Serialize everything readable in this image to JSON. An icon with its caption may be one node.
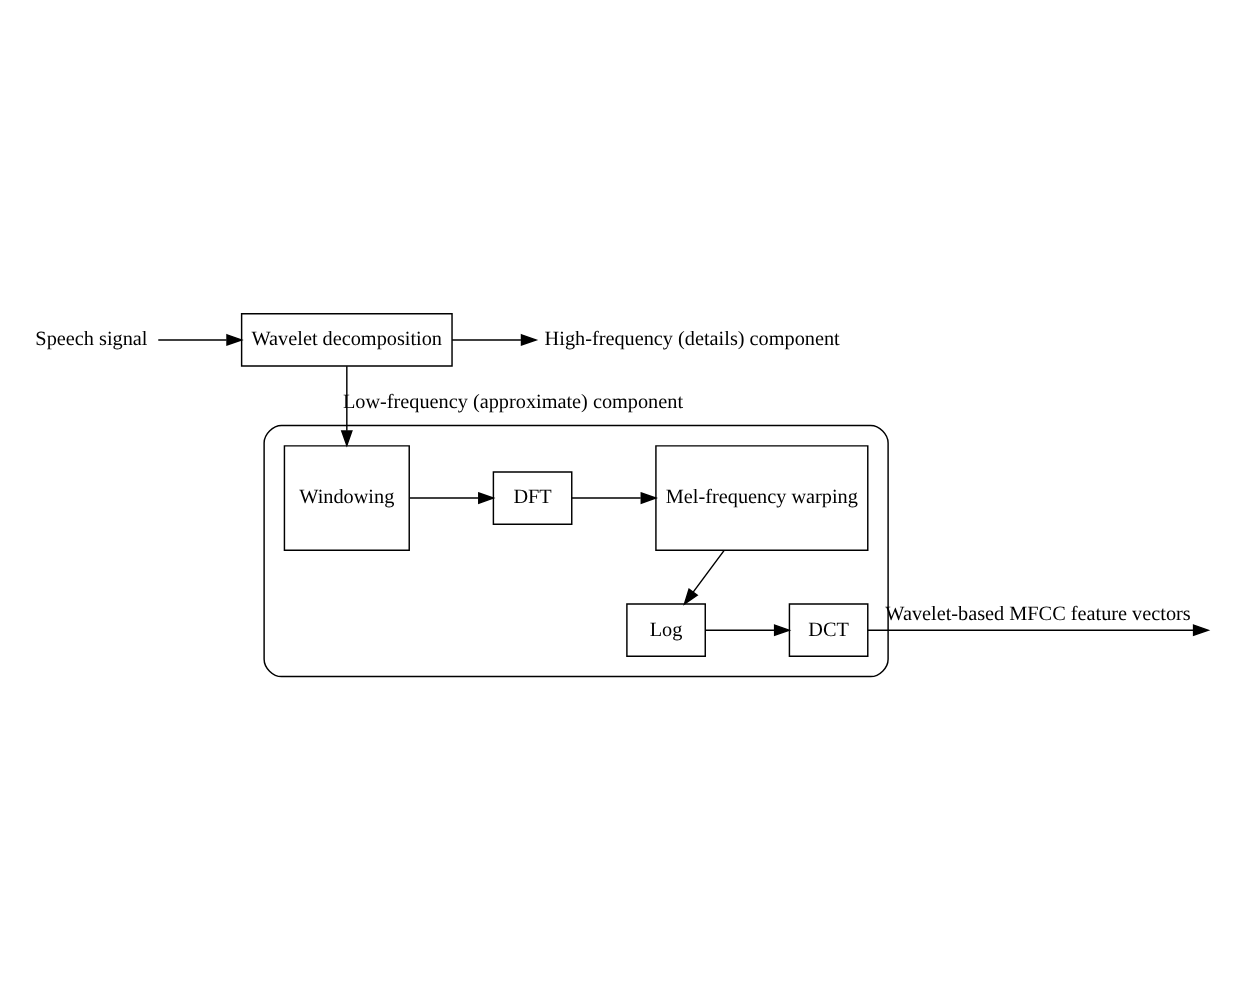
{
  "diagram": {
    "nodes": [
      {
        "text": [
          "Speech signal"
        ]
      },
      {
        "text": [
          "Wavelet decomposition"
        ]
      },
      {
        "text": [
          "High-frequency (details) component"
        ]
      },
      {
        "text": [],
        "shape": "box"
      },
      {
        "text": [
          "Windowing"
        ],
        "in": 3
      },
      {
        "text": [
          "DFT"
        ],
        "in": 3
      },
      {
        "text": [
          "Mel-frequency warping"
        ],
        "in": 3
      },
      {
        "text": [
          "Log"
        ],
        "in": 3
      },
      {
        "text": [
          "DCT"
        ],
        "in": 3
      }
    ],
    "edges": [
      {
        "from": 0,
        "to": 1,
        "arrow": "to"
      },
      {
        "from": 1,
        "to": 2,
        "arrow": "to"
      },
      {
        "from": 1,
        "to": 4,
        "arrow": "to",
        "label": "Low-frequency (approximate) component"
      },
      {
        "from": 4,
        "to": 5,
        "arrow": "to"
      },
      {
        "from": 5,
        "to": 6,
        "arrow": "to"
      },
      {
        "from": 6,
        "to": 7,
        "arrow": "to"
      },
      {
        "from": 7,
        "to": 8,
        "arrow": "to"
      },
      {
        "from": 8,
        "to": null,
        "arrow": "to",
        "label": "Wavelet-based MFCC feature vectors"
      }
    ]
  }
}
